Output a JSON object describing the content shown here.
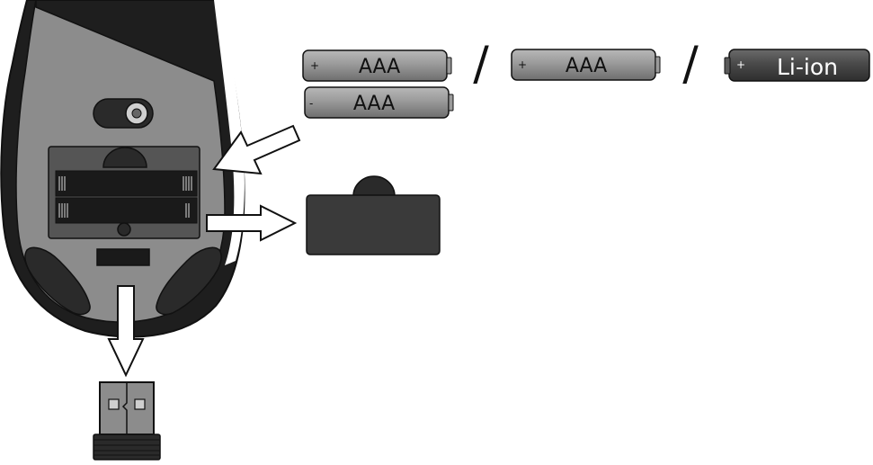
{
  "batteries": [
    {
      "label": "AAA",
      "polarity": "+"
    },
    {
      "label": "AAA",
      "polarity": "-"
    },
    {
      "label": "AAA",
      "polarity": "+"
    },
    {
      "label": "Li-ion",
      "polarity": "+"
    }
  ],
  "separators": [
    "/",
    "/"
  ],
  "colors": {
    "mouse_body": "#8c8c8c",
    "mouse_shell": "#1e1e1e",
    "battery_gray": "#8f8f8f",
    "battery_dark": "#4a4a4a",
    "cover_dark": "#3a3a3a",
    "outline": "#111111"
  },
  "icons": [
    "arrow-icon",
    "usb-receiver-icon",
    "battery-cover-icon",
    "power-switch-icon"
  ]
}
